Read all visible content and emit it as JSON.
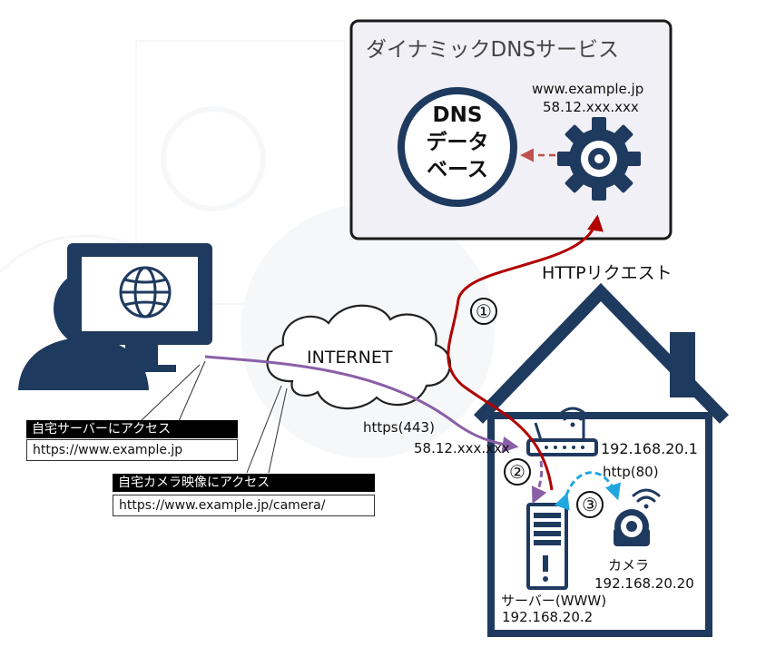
{
  "dns_service": {
    "title": "ダイナミックDNSサービス",
    "db_line1": "DNS",
    "db_line2": "データ",
    "db_line3": "ベース",
    "host": "www.example.jp",
    "ip": "58.12.xxx.xxx"
  },
  "internet_label": "INTERNET",
  "http_request_label": "HTTPリクエスト",
  "steps": {
    "one": "①",
    "two": "②",
    "three": "③"
  },
  "router": {
    "public_port": "https(443)",
    "public_ip": "58.12.xxx.xxx",
    "local_ip": "192.168.20.1"
  },
  "camera_link": {
    "protocol": "http(80)"
  },
  "camera": {
    "name": "カメラ",
    "ip": "192.168.20.20"
  },
  "server": {
    "name": "サーバー(WWW)",
    "ip": "192.168.20.2"
  },
  "callouts": {
    "home_server": {
      "title": "自宅サーバーにアクセス",
      "url": "https://www.example.jp"
    },
    "home_camera": {
      "title": "自宅カメラ映像にアクセス",
      "url": "https://www.example.jp/camera/"
    }
  },
  "colors": {
    "navy": "#1f3a5f",
    "request_path": "#b00000",
    "user_path": "#8a5fa8",
    "camera_path": "#21a7e0",
    "dns_panel": "#f1f0f6"
  },
  "icons": [
    "user-icon",
    "monitor-icon",
    "globe-icon",
    "cloud-icon",
    "gear-icon",
    "router-icon",
    "server-icon",
    "camera-icon",
    "house-icon",
    "wifi-icon"
  ]
}
